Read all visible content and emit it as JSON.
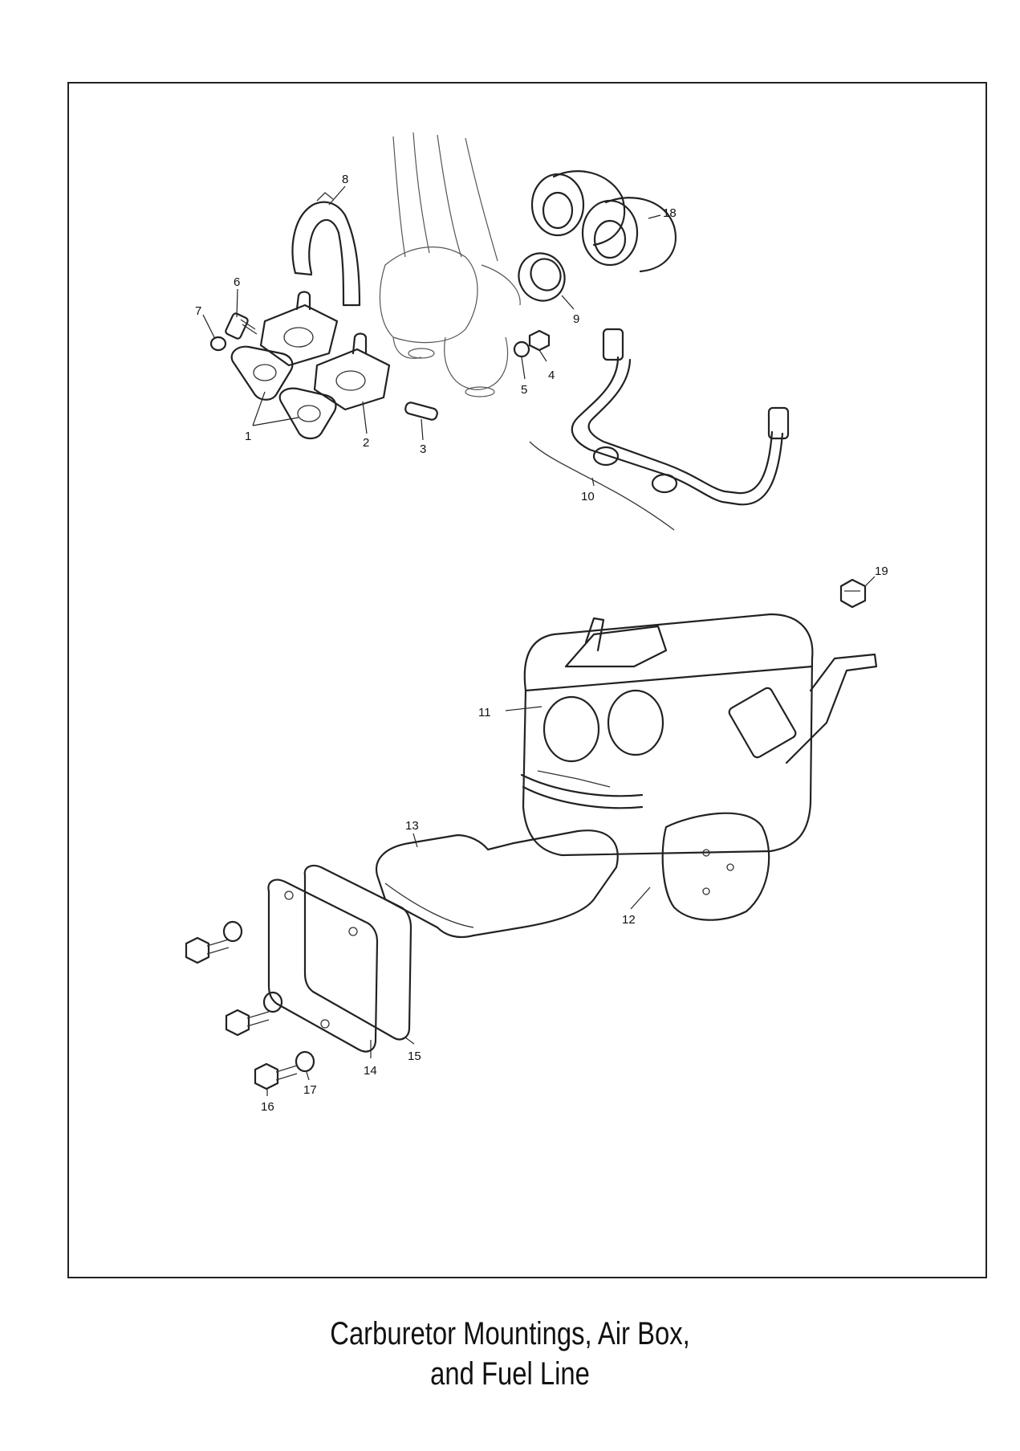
{
  "caption": {
    "line1": "Carburetor Mountings, Air Box,",
    "line2": "and Fuel Line"
  },
  "callouts": [
    "1",
    "2",
    "3",
    "4",
    "5",
    "6",
    "7",
    "8",
    "9",
    "10",
    "11",
    "12",
    "13",
    "14",
    "15",
    "16",
    "17",
    "18",
    "19"
  ]
}
